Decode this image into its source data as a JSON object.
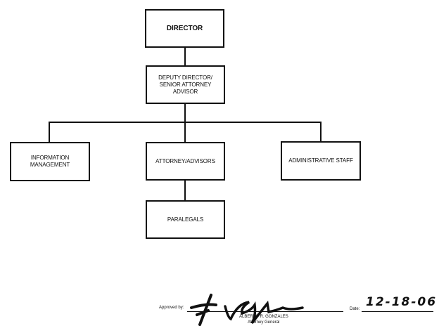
{
  "org_chart": {
    "director": "DIRECTOR",
    "deputy": [
      "DEPUTY DIRECTOR/",
      "SENIOR ATTORNEY",
      "ADVISOR"
    ],
    "information_management": [
      "INFORMATION",
      "MANAGEMENT"
    ],
    "attorney_advisors": "ATTORNEY/ADVISORS",
    "administrative_staff": "ADMINISTRATIVE STAFF",
    "paralegals": "PARALEGALS"
  },
  "approval": {
    "approved_by_label": "Approved by:",
    "name": "ALBERTO R. GONZALES",
    "title": "Attorney General",
    "date_label": "Date:",
    "date_value": "12-18-06",
    "signature": "A Gonzales"
  }
}
